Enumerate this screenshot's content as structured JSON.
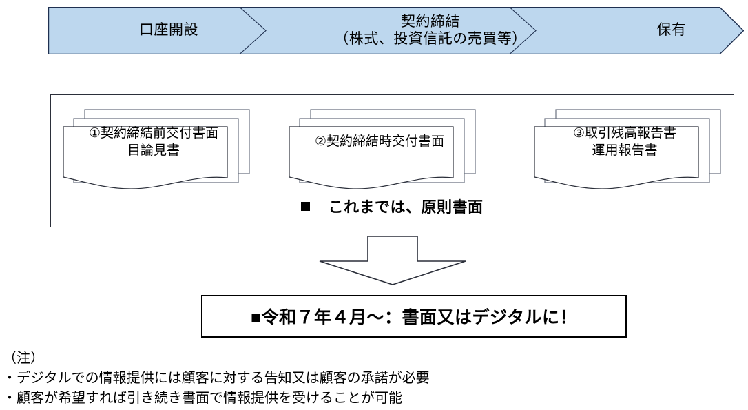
{
  "banner": {
    "fill_color": "#bdd7ee",
    "border_color": "#1f3050",
    "stages": [
      {
        "label": "口座開設"
      },
      {
        "label_line1": "契約締結",
        "label_line2": "（株式、投資信託の売買等）"
      },
      {
        "label": "保有"
      }
    ]
  },
  "panel": {
    "documents": [
      {
        "line1": "①契約締結前交付書面",
        "line2": "目論見書"
      },
      {
        "line1": "②契約締結時交付書面",
        "line2": ""
      },
      {
        "line1": "③取引残高報告書",
        "line2": "運用報告書"
      }
    ],
    "note": "これまでは、原則書面"
  },
  "arrow": {
    "direction": "down",
    "fill_color": "#ffffff",
    "border_color": "#2b2f3a"
  },
  "result": {
    "text": "■令和７年４月〜：書面又はデジタルに！"
  },
  "notes": {
    "heading": "（注）",
    "items": [
      "・デジタルでの情報提供には顧客に対する告知又は顧客の承諾が必要",
      "・顧客が希望すれば引き続き書面で情報提供を受けることが可能"
    ]
  }
}
